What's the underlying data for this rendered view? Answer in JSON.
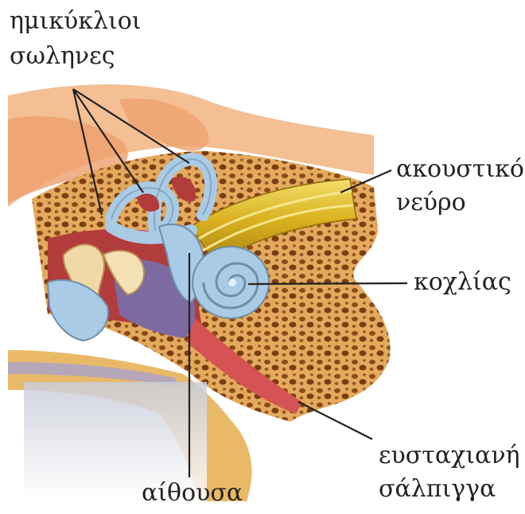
{
  "labels": {
    "semicircular_canals": [
      "ημικύκλιοι",
      "σωληνες"
    ],
    "acoustic_nerve": [
      "ακουστικό",
      "νεύρο"
    ],
    "cochlea": "κοχλίας",
    "eustachian_tube": [
      "ευσταχιανή",
      "σάλπιγγα"
    ],
    "vestibule": "αίθουσα"
  },
  "colors": {
    "bone": "#e2a85c",
    "bone_pores": "#8a4a18",
    "skin": "#f3bf93",
    "inner_ear": "#a9cbe6",
    "nerve": "#e0bd2a",
    "tissue_red": "#b23b3b",
    "tissue_purple": "#7d6aa0",
    "leader_lines": "#222222"
  }
}
